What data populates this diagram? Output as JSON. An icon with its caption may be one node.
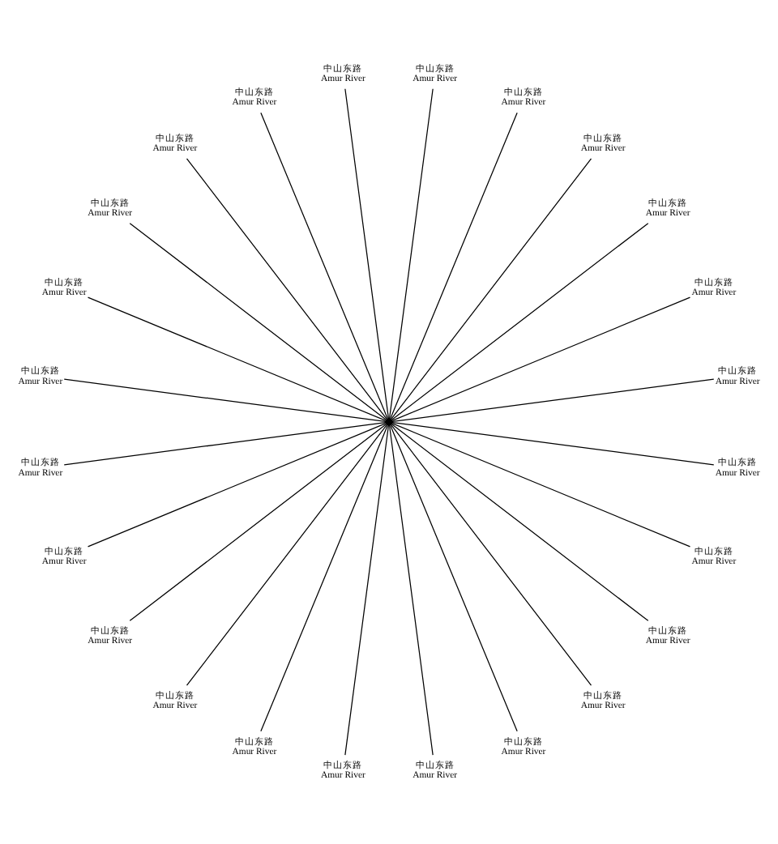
{
  "diagram": {
    "nodes": [
      {
        "text": [
          "中山东路",
          "Amur River"
        ]
      },
      {
        "text": [
          "中山东路",
          "Amur River"
        ]
      },
      {
        "text": [
          "中山东路",
          "Amur River"
        ]
      },
      {
        "text": [
          "中山东路",
          "Amur River"
        ]
      },
      {
        "text": [
          "中山东路",
          "Amur River"
        ]
      },
      {
        "text": [
          "中山东路",
          "Amur River"
        ]
      },
      {
        "text": [
          "中山东路",
          "Amur River"
        ]
      },
      {
        "text": [
          "中山东路",
          "Amur River"
        ]
      },
      {
        "text": [
          "中山东路",
          "Amur River"
        ]
      },
      {
        "text": [
          "中山东路",
          "Amur River"
        ]
      },
      {
        "text": [
          "中山东路",
          "Amur River"
        ]
      },
      {
        "text": [
          "中山东路",
          "Amur River"
        ]
      },
      {
        "text": [
          "中山东路",
          "Amur River"
        ]
      },
      {
        "text": [
          "中山东路",
          "Amur River"
        ]
      },
      {
        "text": [
          "中山东路",
          "Amur River"
        ]
      },
      {
        "text": [
          "中山东路",
          "Amur River"
        ]
      },
      {
        "text": [
          "中山东路",
          "Amur River"
        ]
      },
      {
        "text": [
          "中山东路",
          "Amur River"
        ]
      },
      {
        "text": [
          "中山东路",
          "Amur River"
        ]
      },
      {
        "text": [
          "中山东路",
          "Amur River"
        ]
      },
      {
        "text": [
          "中山东路",
          "Amur River"
        ]
      },
      {
        "text": [
          "中山东路",
          "Amur River"
        ]
      },
      {
        "text": [
          "中山东路",
          "Amur River"
        ]
      },
      {
        "text": [
          "中山东路",
          "Amur River"
        ]
      },
      {
        "text": [],
        "shape": "circle"
      }
    ],
    "edges": [
      {
        "from": 24,
        "to": 0,
        "arrow": "none"
      },
      {
        "from": 24,
        "to": 1,
        "arrow": "none"
      },
      {
        "from": 24,
        "to": 2,
        "arrow": "none"
      },
      {
        "from": 24,
        "to": 3,
        "arrow": "none"
      },
      {
        "from": 24,
        "to": 4,
        "arrow": "none"
      },
      {
        "from": 24,
        "to": 5,
        "arrow": "none"
      },
      {
        "from": 24,
        "to": 6,
        "arrow": "none"
      },
      {
        "from": 24,
        "to": 7,
        "arrow": "none"
      },
      {
        "from": 24,
        "to": 8,
        "arrow": "none"
      },
      {
        "from": 24,
        "to": 9,
        "arrow": "none"
      },
      {
        "from": 24,
        "to": 10,
        "arrow": "none"
      },
      {
        "from": 24,
        "to": 11,
        "arrow": "none"
      },
      {
        "from": 24,
        "to": 12,
        "arrow": "none"
      },
      {
        "from": 24,
        "to": 13,
        "arrow": "none"
      },
      {
        "from": 24,
        "to": 14,
        "arrow": "none"
      },
      {
        "from": 24,
        "to": 15,
        "arrow": "none"
      },
      {
        "from": 24,
        "to": 16,
        "arrow": "none"
      },
      {
        "from": 24,
        "to": 17,
        "arrow": "none"
      },
      {
        "from": 24,
        "to": 18,
        "arrow": "none"
      },
      {
        "from": 24,
        "to": 19,
        "arrow": "none"
      },
      {
        "from": 24,
        "to": 20,
        "arrow": "none"
      },
      {
        "from": 24,
        "to": 21,
        "arrow": "none"
      },
      {
        "from": 24,
        "to": 22,
        "arrow": "none"
      },
      {
        "from": 24,
        "to": 23,
        "arrow": "none"
      }
    ]
  }
}
